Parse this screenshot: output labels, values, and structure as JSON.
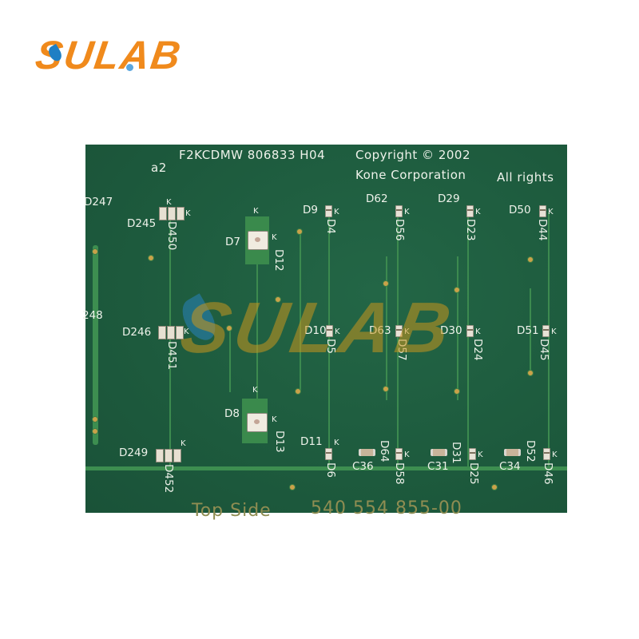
{
  "logo": {
    "text": "SULAB",
    "color": "#f08a1c",
    "accent": "#1f7fc4"
  },
  "watermark": {
    "text": "SULAB"
  },
  "board": {
    "color": "#1e5b3e",
    "header": {
      "revision": "a2",
      "part_code": "F2KCDMW 806833 H04",
      "copyright": "Copyright © 2002",
      "company": "Kone Corporation",
      "rights": "All rights"
    },
    "footer": {
      "side": "Top Side",
      "part_number": "540 554 855-00"
    },
    "labels": {
      "D247": "D247",
      "D245": "D245",
      "D450": "D450",
      "D246": "D246",
      "D451": "D451",
      "D249": "D249",
      "D452": "D452",
      "n248": "248",
      "D7": "D7",
      "D12": "D12",
      "D8": "D8",
      "D13": "D13",
      "D9": "D9",
      "D4": "D4",
      "D10": "D10",
      "D5": "D5",
      "D11": "D11",
      "D6": "D6",
      "D62": "D62",
      "D56": "D56",
      "D63": "D63",
      "D57": "D57",
      "D64": "D64",
      "D58": "D58",
      "C36": "C36",
      "D29": "D29",
      "D23": "D23",
      "D30": "D30",
      "D24": "D24",
      "D31": "D31",
      "D25": "D25",
      "C31": "C31",
      "D50": "D50",
      "D44": "D44",
      "D51": "D51",
      "D45": "D45",
      "D52": "D52",
      "D46": "D46",
      "C34": "C34",
      "K": "K"
    }
  }
}
